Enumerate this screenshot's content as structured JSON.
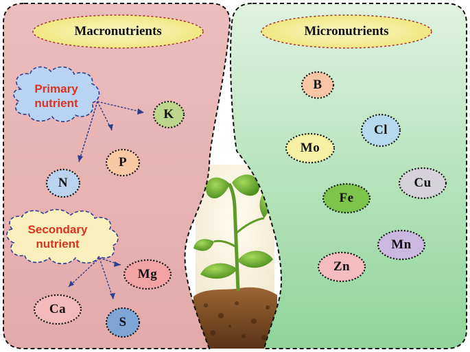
{
  "macro": {
    "title": "Macronutrients",
    "primary": {
      "line1": "Primary",
      "line2": "nutrient",
      "elements": [
        "K",
        "P",
        "N"
      ]
    },
    "secondary": {
      "line1": "Secondary",
      "line2": "nutrient",
      "elements": [
        "Mg",
        "Ca",
        "S"
      ]
    }
  },
  "micro": {
    "title": "Micronutrients",
    "elements": [
      "B",
      "Cl",
      "Mo",
      "Cu",
      "Fe",
      "Mn",
      "Zn"
    ]
  },
  "colors": {
    "macro_panel": "#e8b4b4",
    "micro_panel": "#a6dcae",
    "banner": "#f6f09a",
    "primary_cloud": "#b9d3f2",
    "secondary_cloud": "#faedb8",
    "arrow": "#2d3e8f"
  },
  "image": {
    "description_icon": "plant-seedling-icon"
  }
}
